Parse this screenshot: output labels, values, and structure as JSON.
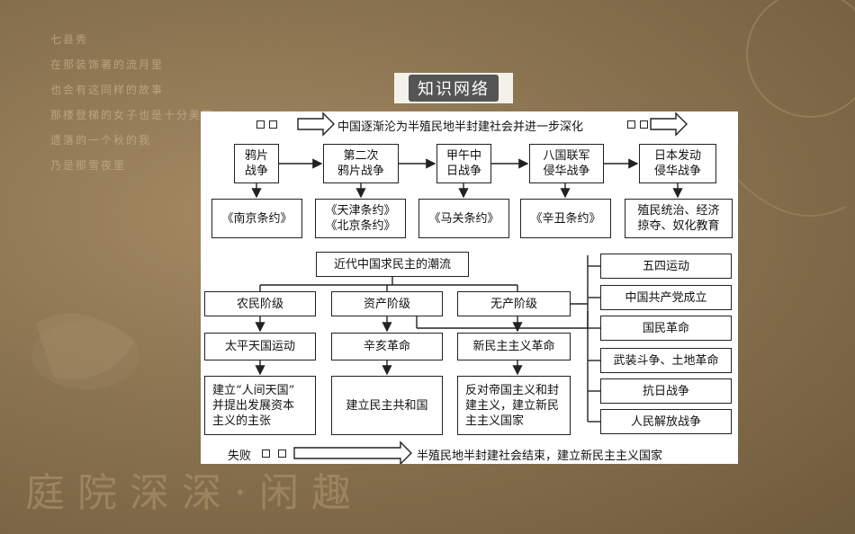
{
  "background": {
    "poem_lines": [
      "七县秀",
      "在那装饰著的流月里",
      "也会有这同样的故事",
      "那楼登梯的女子也是十分美丽",
      "遗落的一个秋的我",
      "乃是那雪夜里"
    ],
    "calligraphy": "庭院深深·闲趣"
  },
  "title": "知识网络",
  "top_banner": "中国逐渐沦为半殖民地半封建社会并进一步深化",
  "wars": [
    "鸦片\n战争",
    "第二次\n鸦片战争",
    "甲午中\n日战争",
    "八国联军\n侵华战争",
    "日本发动\n侵华战争"
  ],
  "treaties": [
    "《南京条约》",
    "《天津条约》\n《北京条约》",
    "《马关条约》",
    "《辛丑条约》",
    "殖民统治、经济\n掠夺、奴化教育"
  ],
  "trend": "近代中国求民主的潮流",
  "classes": [
    "农民阶级",
    "资产阶级",
    "无产阶级"
  ],
  "movements": [
    "太平天国运动",
    "辛亥革命",
    "新民主主义革命"
  ],
  "outcomes": [
    "建立“人间天国”\n并提出发展资本\n主义的主张",
    "建立民主共和国",
    "反对帝国主义和封\n建主义，建立新民\n主主义国家"
  ],
  "stages": [
    "五四运动",
    "中国共产党成立",
    "国民革命",
    "武装斗争、土地革命",
    "抗日战争",
    "人民解放战争"
  ],
  "bottom_fail": "失败",
  "bottom_banner": "半殖民地半封建社会结束，建立新民主主义国家"
}
